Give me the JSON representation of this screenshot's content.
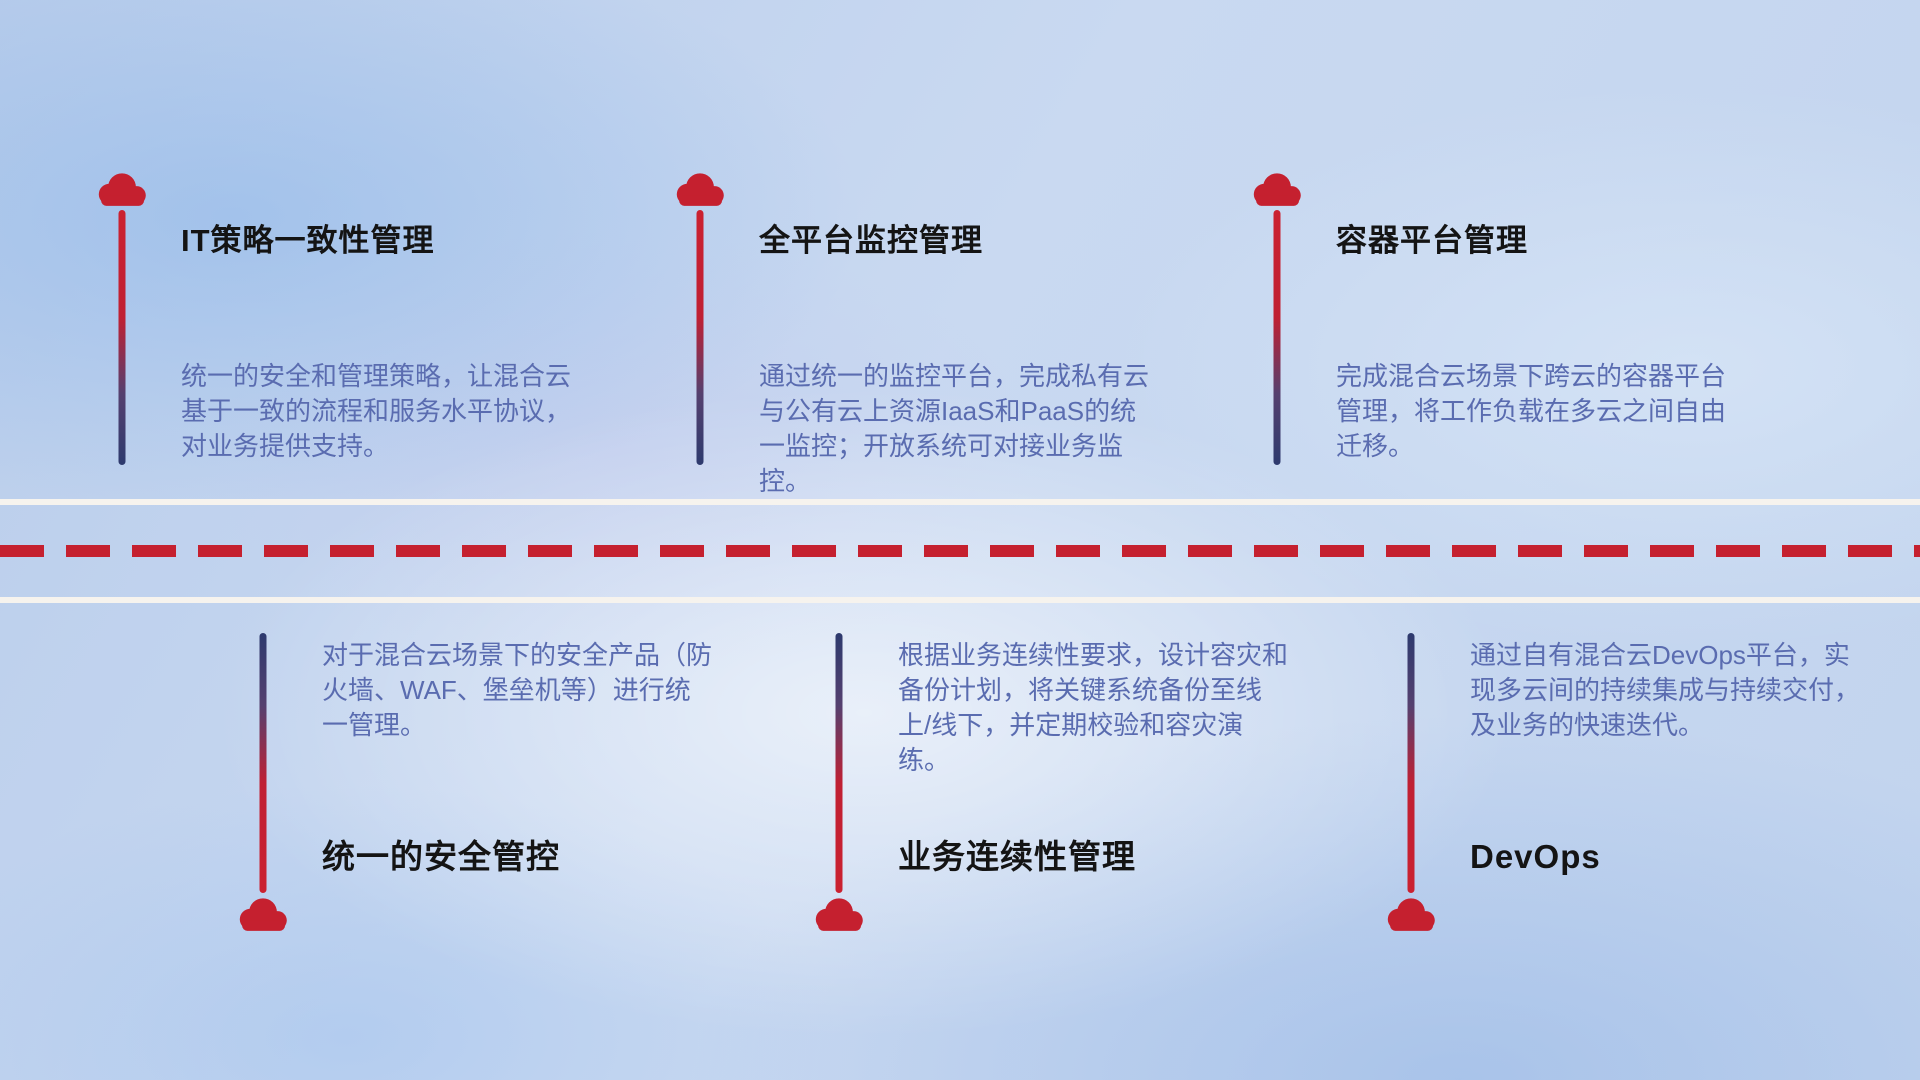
{
  "colors": {
    "red": "#c5202f",
    "navy": "#2d3a6e",
    "desc_text": "#5a6cb0",
    "title_text": "#141414",
    "road_line": "#f6f3ee"
  },
  "top_items": [
    {
      "title": "IT策略一致性管理",
      "desc": "统一的安全和管理策略，让混合云基于一致的流程和服务水平协议，对业务提供支持。"
    },
    {
      "title": "全平台监控管理",
      "desc": "通过统一的监控平台，完成私有云与公有云上资源IaaS和PaaS的统一监控；开放系统可对接业务监控。"
    },
    {
      "title": "容器平台管理",
      "desc": "完成混合云场景下跨云的容器平台管理，将工作负载在多云之间自由迁移。"
    }
  ],
  "bottom_items": [
    {
      "title": "统一的安全管控",
      "desc": "对于混合云场景下的安全产品（防火墙、WAF、堡垒机等）进行统一管理。"
    },
    {
      "title": "业务连续性管理",
      "desc": "根据业务连续性要求，设计容灾和备份计划，将关键系统备份至线上/线下，并定期校验和容灾演练。"
    },
    {
      "title": "DevOps",
      "desc": "通过自有混合云DevOps平台，实现多云间的持续集成与持续交付，及业务的快速迭代。"
    }
  ]
}
